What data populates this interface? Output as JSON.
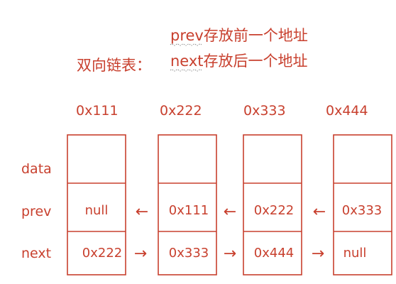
{
  "title": "双向链表：",
  "notes": {
    "prev": {
      "keyword": "prev",
      "text": "存放前一个地址"
    },
    "next": {
      "keyword": "next",
      "text": "存放后一个地址"
    }
  },
  "field_labels": {
    "data": "data",
    "prev": "prev",
    "next": "next"
  },
  "nodes": [
    {
      "address": "0x111",
      "data": "",
      "prev": "null",
      "next": "0x222"
    },
    {
      "address": "0x222",
      "data": "",
      "prev": "0x111",
      "next": "0x333"
    },
    {
      "address": "0x333",
      "data": "",
      "prev": "0x222",
      "next": "0x444"
    },
    {
      "address": "0x444",
      "data": "",
      "prev": "0x333",
      "next": "null"
    }
  ],
  "arrows": {
    "left": "←",
    "right": "→"
  },
  "colors": {
    "accent": "#c8402e"
  }
}
